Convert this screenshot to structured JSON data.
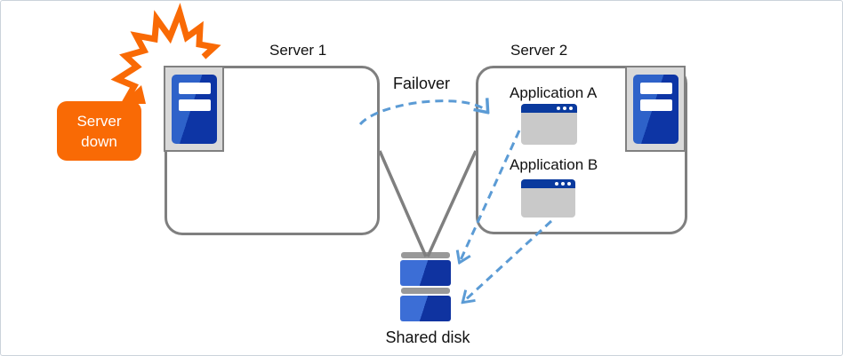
{
  "colors": {
    "orange": "#F96A05",
    "arrow_blue": "#5B9BD5",
    "line_gray": "#7F7F7F",
    "plate_gray": "#D9D9D9",
    "plate_border": "#808080",
    "server_blue_light": "#2E62C9",
    "server_blue_dark": "#0D35A5",
    "titlebar_blue": "#0A3A9E",
    "window_gray": "#C9C9C9",
    "disk_blue_left": "#3C6ED6",
    "disk_blue_right": "#0F33A0",
    "cap_gray": "#999999",
    "text": "#111111",
    "frame": "#CBD3DB"
  },
  "diagram": {
    "callout": {
      "line1": "Server",
      "line2": "down"
    },
    "server1": {
      "label": "Server 1"
    },
    "server2": {
      "label": "Server 2",
      "apps": [
        {
          "label": "Application A"
        },
        {
          "label": "Application B"
        }
      ]
    },
    "failover_label": "Failover",
    "shared_disk_label": "Shared disk",
    "icons": {
      "server1": "server-tower-icon",
      "server2": "server-tower-icon",
      "app_a": "app-window-icon",
      "app_b": "app-window-icon",
      "shared_disk": "disk-stack-icon",
      "crash": "crash-burst-icon"
    },
    "connections": [
      {
        "from": "server1",
        "to": "server2",
        "type": "dashed-arrow",
        "label": "Failover"
      },
      {
        "from": "server1",
        "to": "shared-disk",
        "type": "solid-line"
      },
      {
        "from": "server2",
        "to": "shared-disk",
        "type": "solid-line"
      },
      {
        "from": "application-a",
        "to": "shared-disk",
        "type": "dashed-arrow"
      },
      {
        "from": "application-b",
        "to": "shared-disk",
        "type": "dashed-arrow"
      }
    ]
  }
}
